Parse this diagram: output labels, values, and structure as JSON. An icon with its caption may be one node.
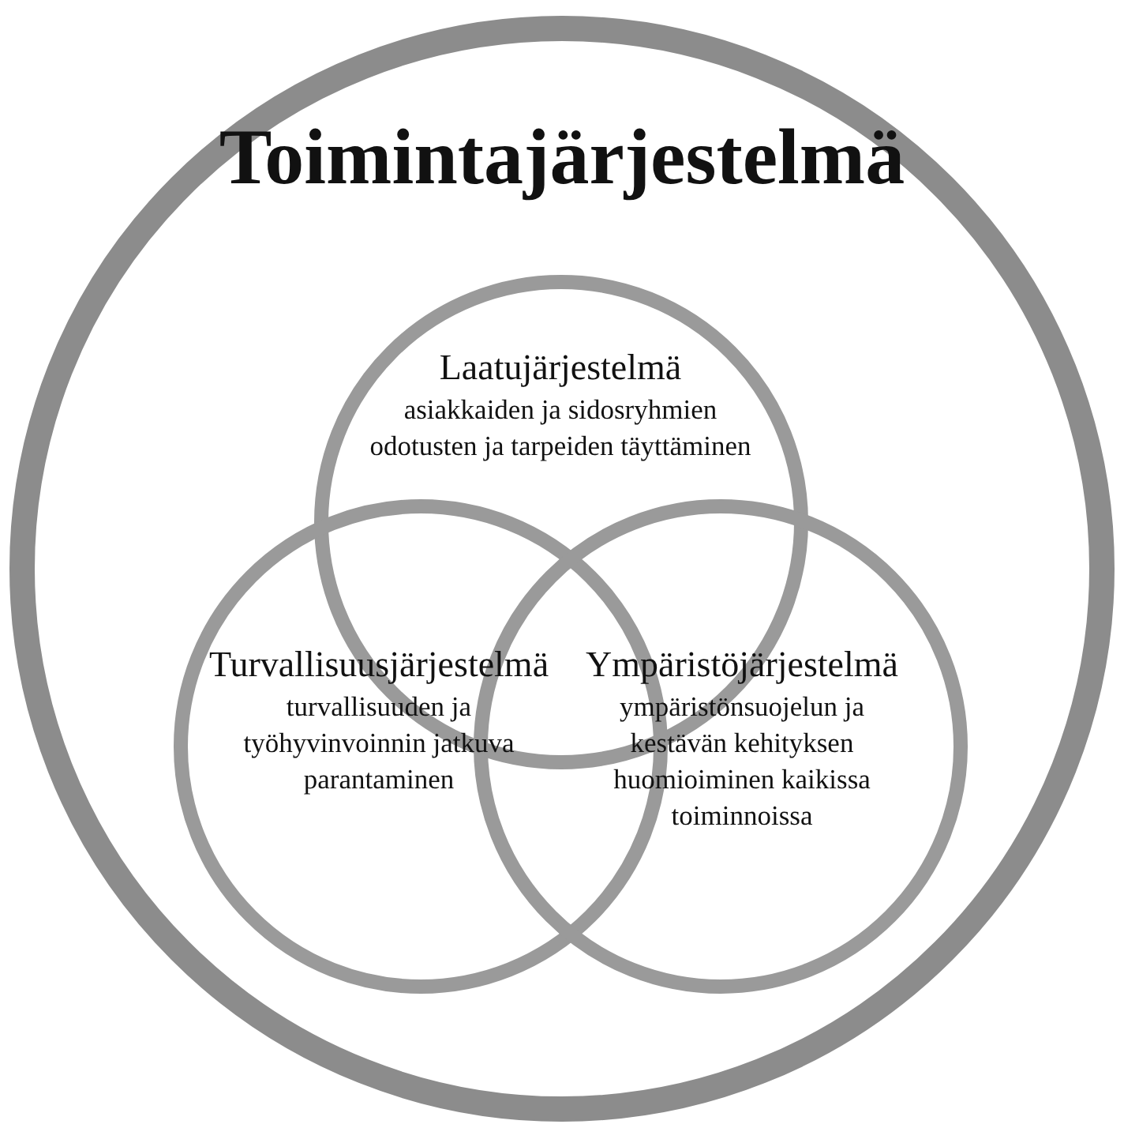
{
  "diagram": {
    "nodes": [
      {
        "text": [
          "Toimintajärjestelmä"
        ]
      },
      {
        "text": [
          "Laatujärjestelmä",
          "asiakkaiden ja sidosryhmien odotusten ja tarpeiden täyttäminen"
        ],
        "in": 0
      },
      {
        "text": [
          "Turvallisuusjärjestelmä",
          "turvallisuuden ja työhyvinvoinnin jatkuva parantaminen"
        ],
        "in": 0
      },
      {
        "text": [
          "Ympäristöjärjestelmä",
          "ympäristönsuojelun ja kestävän kehityksen huomioiminen kaikissa toiminnoissa"
        ],
        "in": 0
      }
    ]
  }
}
